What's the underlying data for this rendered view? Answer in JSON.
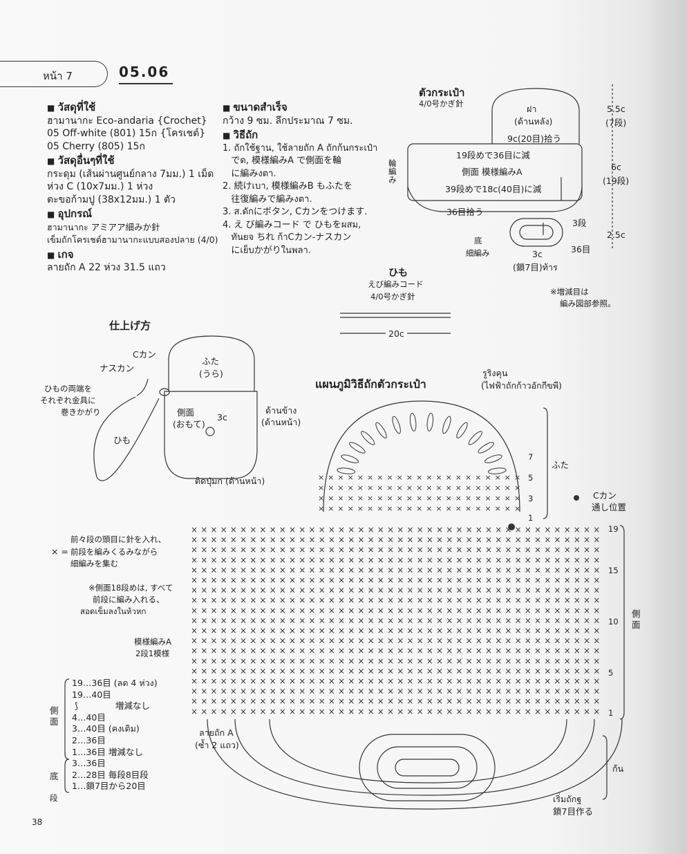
{
  "header": {
    "tab_label": "หน้า 7",
    "project_no": "05.06"
  },
  "materials": {
    "title": "วัสดุที่ใช้",
    "lines": [
      "ฮามานากะ Eco-andaria {Crochet}",
      "05 Off-white (801) 15ก {โครเชต์}",
      "05 Cherry (805) 15ก"
    ]
  },
  "other_materials": {
    "title": "วัสดุอื่นๆที่ใช้",
    "lines": [
      "กระดุม (เส้นผ่านศูนย์กลาง 7มม.) 1 เม็ด",
      "ห่วง C (10x7มม.) 1 ห่วง",
      "ตะขอก้ามปู (38x12มม.) 1 ตัว"
    ]
  },
  "tools": {
    "title": "อุปกรณ์",
    "lines": [
      "ฮามานากะ アミアア細みか針",
      "เข็มถักโครเชต์ฮามานากะแบบสองปลาย (4/0)"
    ]
  },
  "gauge": {
    "title": "เกจ",
    "lines": [
      "ลายถัก A 22 ห่วง 31.5 แถว"
    ]
  },
  "finished_size": {
    "title": "ขนาดสำเร็จ",
    "lines": [
      "กว้าง 9 ซม. ลึกประมาณ 7 ซม."
    ]
  },
  "method": {
    "title": "วิธีถัก",
    "steps": [
      "1. ถักใช้ฐาน, ใช้ลายถัก A ถักก้นกระเป๋า",
      "   でด, 模様編みA で側面を輪",
      "   に編みงตา.",
      "2. 続けเบา, 模様編みB もふたを",
      "   往復編みで編みงตา.",
      "3. ส.ดักにボタン, Cカンをつけます.",
      "4. え び編みコード で ひもをผสม,",
      "   ทันยจ ちれ ก้าCカン-ナスカン",
      "   にเย็บかがりในพลา."
    ]
  },
  "bag_body": {
    "title": "ตัวกระเป๋า",
    "hook": "4/0号かぎ針",
    "lid_label": "ฝา",
    "lid_sub": "(ด้านหลัง)",
    "pickup": "9c(20目)拾う",
    "row19": "19段めで36目に減",
    "side_label": "側面  模様編みA",
    "row39": "39段めで18c(40目)に減",
    "pick36": "36目拾う",
    "ring_label": "輪\n編\nみ",
    "base_label": "底",
    "base_label2": "細編み",
    "three_rows": "3段",
    "n36": "36目",
    "chain3c": "3c",
    "chain7": "(鎖7目)ท้าร",
    "dim_55": "5.5c",
    "dim_7r": "(7段)",
    "dim_6": "6c",
    "dim_19r": "(19段)",
    "dim_25": "2.5c"
  },
  "strap": {
    "title": "ひも",
    "sub": "えび編みコード",
    "hook": "4/0号かぎ針",
    "length": "20c"
  },
  "note_inc": [
    "※増減目は",
    "編み図部参照。"
  ],
  "finishing": {
    "title": "仕上げ方",
    "c_ring": "Cカン",
    "nasukan": "ナスカン",
    "strap_ends": [
      "ひもの両端を",
      "それぞれ金具に",
      "巻きかがり"
    ],
    "himo": "ひも",
    "lid": "ふた",
    "lid_sub": "(うら)",
    "side": "側面",
    "side_sub": "(おもて)",
    "dim3c": "3c",
    "side_label": "ด้านข้าง",
    "side_label2": "(ด้านหน้า)",
    "button": "ติดปุ่มก (ด้านหน้า)"
  },
  "chart": {
    "title": "แผนภูมิวิธีถักตัวกระเป๋า",
    "edge": "รูริงคุน",
    "edge_sub": "(ไฟฟ้าถักก้าวอักกีขพี)",
    "lid": "ふた",
    "c_ring": "Cカン",
    "c_ring2": "通し位置",
    "side": "側\n面",
    "base": "ก้น",
    "start": "เริ่มถักฐ",
    "start2": "鎖7目作る",
    "pattern": "ลายถัก A",
    "pattern2": "(ซ้ำ 2 แถว)",
    "note_x": [
      "前々段の頭目に針を入れ、",
      "前段を編みくるみながら",
      "細編みを集む"
    ],
    "x_eq": "× =",
    "note_side": [
      "※側面18段めは, すべて",
      "前段に編み入れる、",
      "สอดเข็มลงในห้วหก"
    ],
    "moyou": [
      "模様編みA",
      "2段1模様"
    ],
    "lid_rows": [
      "7",
      "5",
      "3",
      "1"
    ],
    "side_rows": [
      "19",
      "15",
      "10",
      "5",
      "1"
    ]
  },
  "table": {
    "side_label": "側\n面",
    "base_label": "底",
    "rows": [
      {
        "range": "19…36目",
        "note": "(ลด 4 ห่วง)"
      },
      {
        "range": "19…40目",
        "note": ""
      },
      {
        "range": "⟆",
        "note": "増減なし"
      },
      {
        "range": "4…40目",
        "note": ""
      },
      {
        "range": "3…40目",
        "note": "(คงเดิม)"
      },
      {
        "range": "2…36目",
        "note": ""
      },
      {
        "range": "1…36目",
        "note": "増減なし"
      },
      {
        "range": "3…36目",
        "note": ""
      },
      {
        "range": "2…28目",
        "note": "毎段8目段"
      },
      {
        "range": "1…鎖7目から20目",
        "note": ""
      }
    ],
    "dan": "段"
  },
  "page_number": "38"
}
